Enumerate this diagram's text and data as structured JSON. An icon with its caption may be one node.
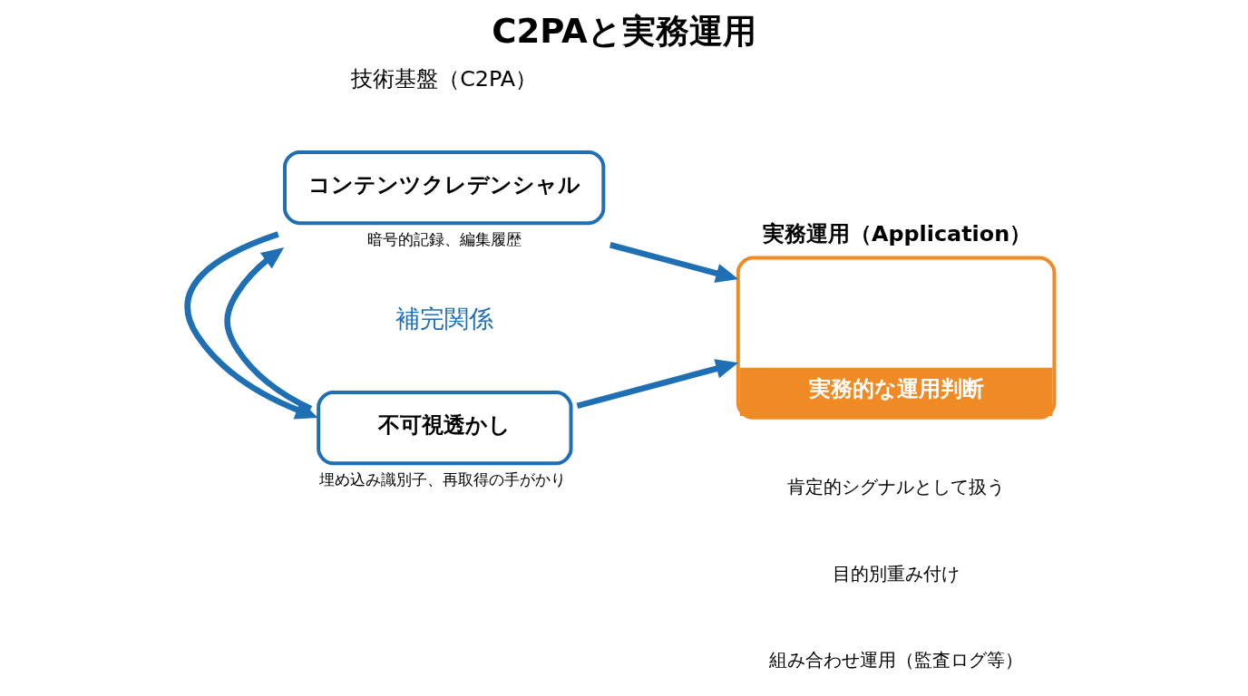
{
  "diagram": {
    "title": "C2PAと実務運用",
    "nodes": [
      {
        "text": [
          "コンテンツクレデンシャル"
        ],
        "beside": [
          "暗号的記録、編集履歴"
        ]
      },
      {
        "text": [
          "不可視透かし"
        ],
        "beside": [
          "埋め込み識別子、再取得の手がかり"
        ]
      },
      {
        "text": [
          "実務運用（Application）",
          "実務的な運用判断"
        ]
      }
    ],
    "edges": [
      {
        "from": 1,
        "to": 0,
        "arrow": "to"
      },
      {
        "from": 0,
        "to": 1,
        "arrow": "to"
      },
      {
        "from": 0,
        "to": 2,
        "arrow": "to"
      },
      {
        "from": 1,
        "to": 2,
        "arrow": "to"
      }
    ],
    "labels": [
      "技術基盤（C2PA）",
      "補完関係",
      "肯定的シグナルとして扱う",
      "目的別重み付け",
      "組み合わせ運用（監査ログ等）"
    ]
  }
}
